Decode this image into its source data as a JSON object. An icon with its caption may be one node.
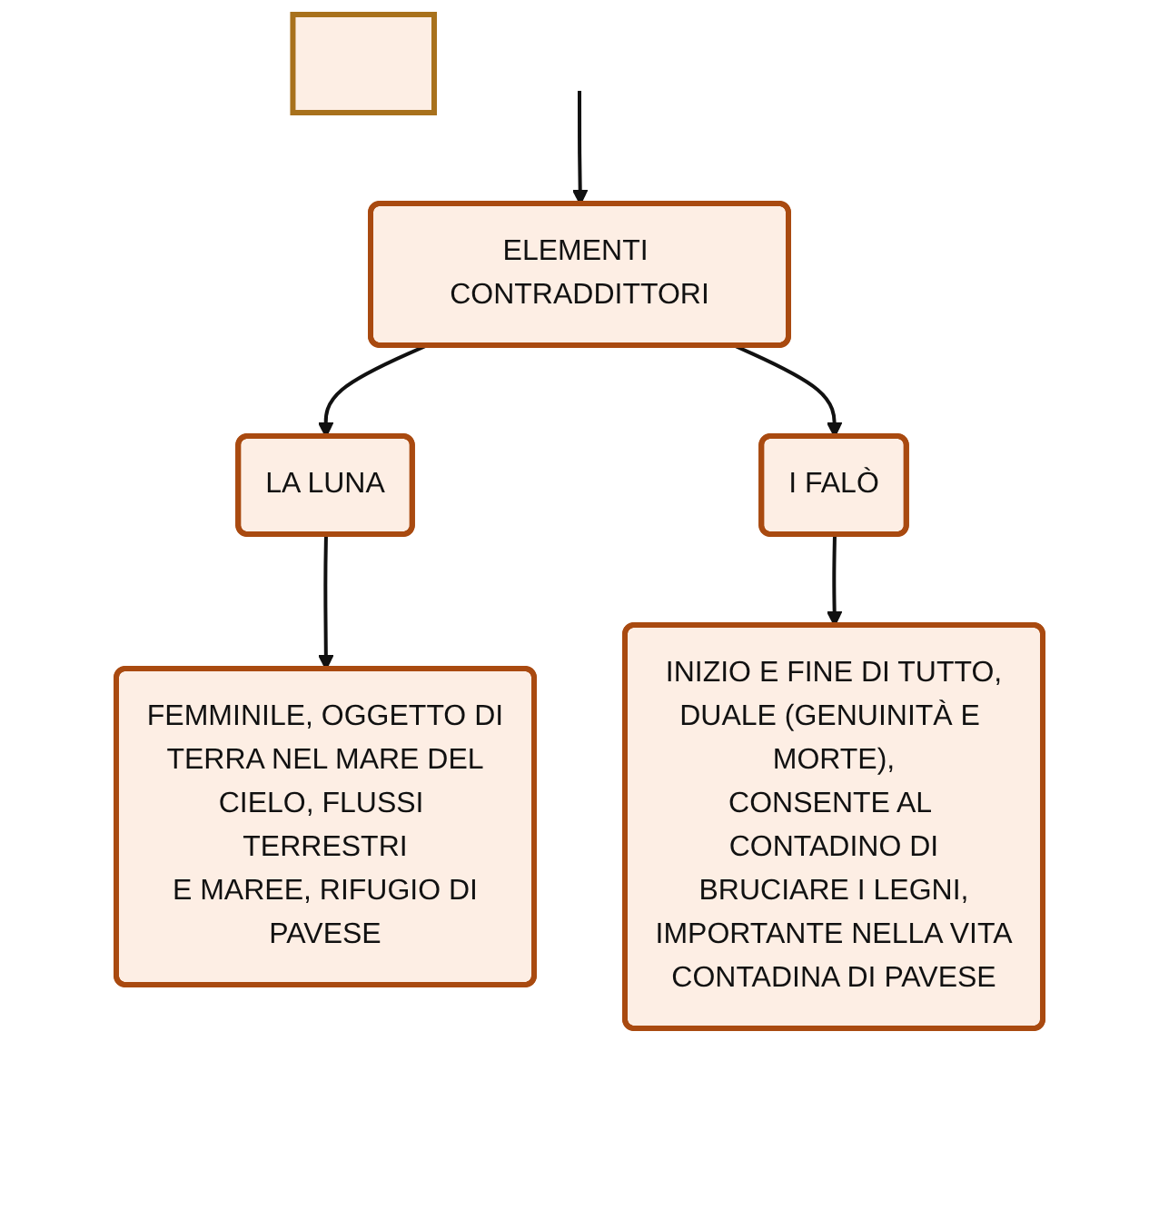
{
  "diagram": {
    "nodes": [
      {
        "text": [
          "ELEMENTI CONTRADDITTORI"
        ]
      },
      {
        "text": [
          "LA LUNA"
        ]
      },
      {
        "text": [
          "I FALÒ"
        ]
      },
      {
        "text": [
          "FEMMINILE, OGGETTO DI TERRA NEL MARE DEL CIELO, FLUSSI TERRESTRI E MAREE, RIFUGIO DI PAVESE"
        ]
      },
      {
        "text": [
          "INIZIO E FINE DI TUTTO, DUALE (GENUINITÀ E MORTE), CONSENTE AL CONTADINO DI BRUCIARE I LEGNI, IMPORTANTE NELLA VITA CONTADINA DI PAVESE"
        ]
      },
      {
        "text": [],
        "shape": "box"
      }
    ],
    "edges": [
      {
        "from": null,
        "to": 0,
        "arrow": "to"
      },
      {
        "from": 0,
        "to": 1,
        "arrow": "to"
      },
      {
        "from": 0,
        "to": 2,
        "arrow": "to"
      },
      {
        "from": 1,
        "to": 3,
        "arrow": "to"
      },
      {
        "from": 2,
        "to": 4,
        "arrow": "to"
      }
    ]
  }
}
